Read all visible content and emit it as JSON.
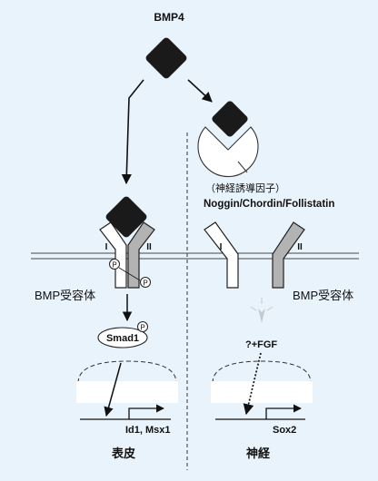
{
  "ligand": {
    "label": "BMP4"
  },
  "inhibitors": {
    "label_jp": "（神経誘導因子）",
    "label_en": "Noggin/Chordin/Follistatin"
  },
  "receptor": {
    "left_label": "BMP受容体",
    "right_label": "BMP受容体",
    "type_i": "I",
    "type_ii": "II",
    "phospho": "P"
  },
  "smad": {
    "label": "Smad1"
  },
  "epidermis": {
    "genes": "Id1, Msx1",
    "fate": "表皮"
  },
  "neural": {
    "signal": "?+FGF",
    "gene": "Sox2",
    "fate": "神経"
  },
  "colors": {
    "background": "#e9f3fb",
    "diamond": "#1a1a1a",
    "receptor_ii": "#b3b3b3"
  }
}
